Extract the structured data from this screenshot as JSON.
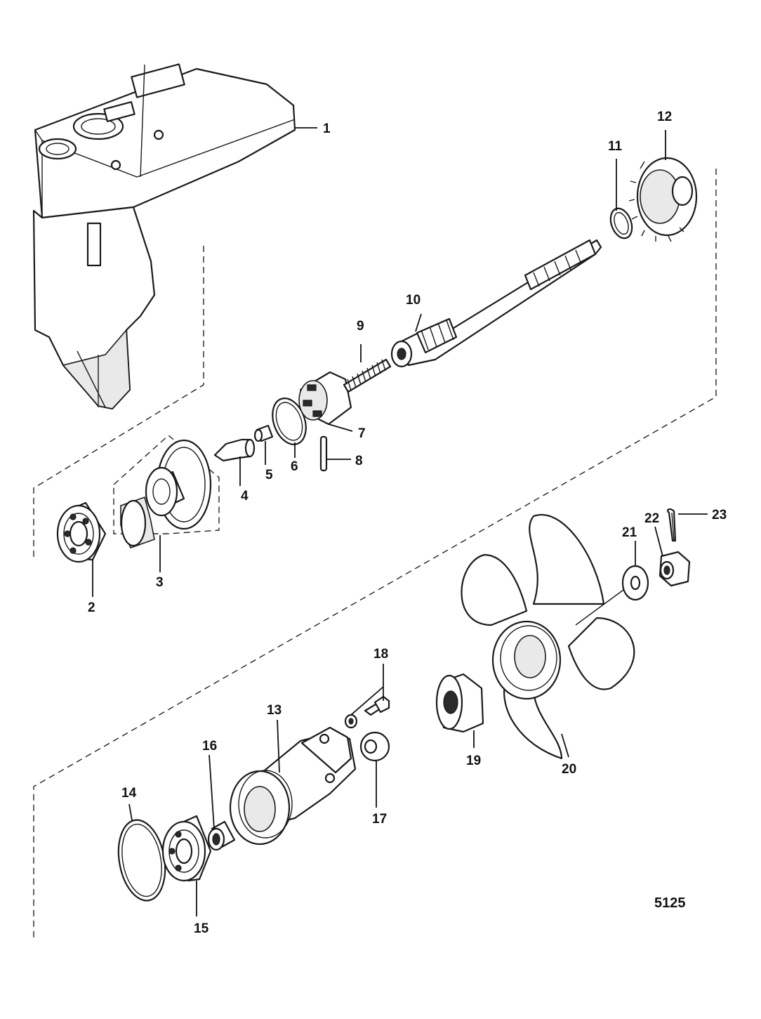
{
  "callouts": [
    "1",
    "2",
    "3",
    "4",
    "5",
    "6",
    "7",
    "8",
    "9",
    "10",
    "11",
    "12",
    "13",
    "14",
    "15",
    "16",
    "17",
    "18",
    "19",
    "20",
    "21",
    "22",
    "23"
  ],
  "drawing_number": "5125"
}
